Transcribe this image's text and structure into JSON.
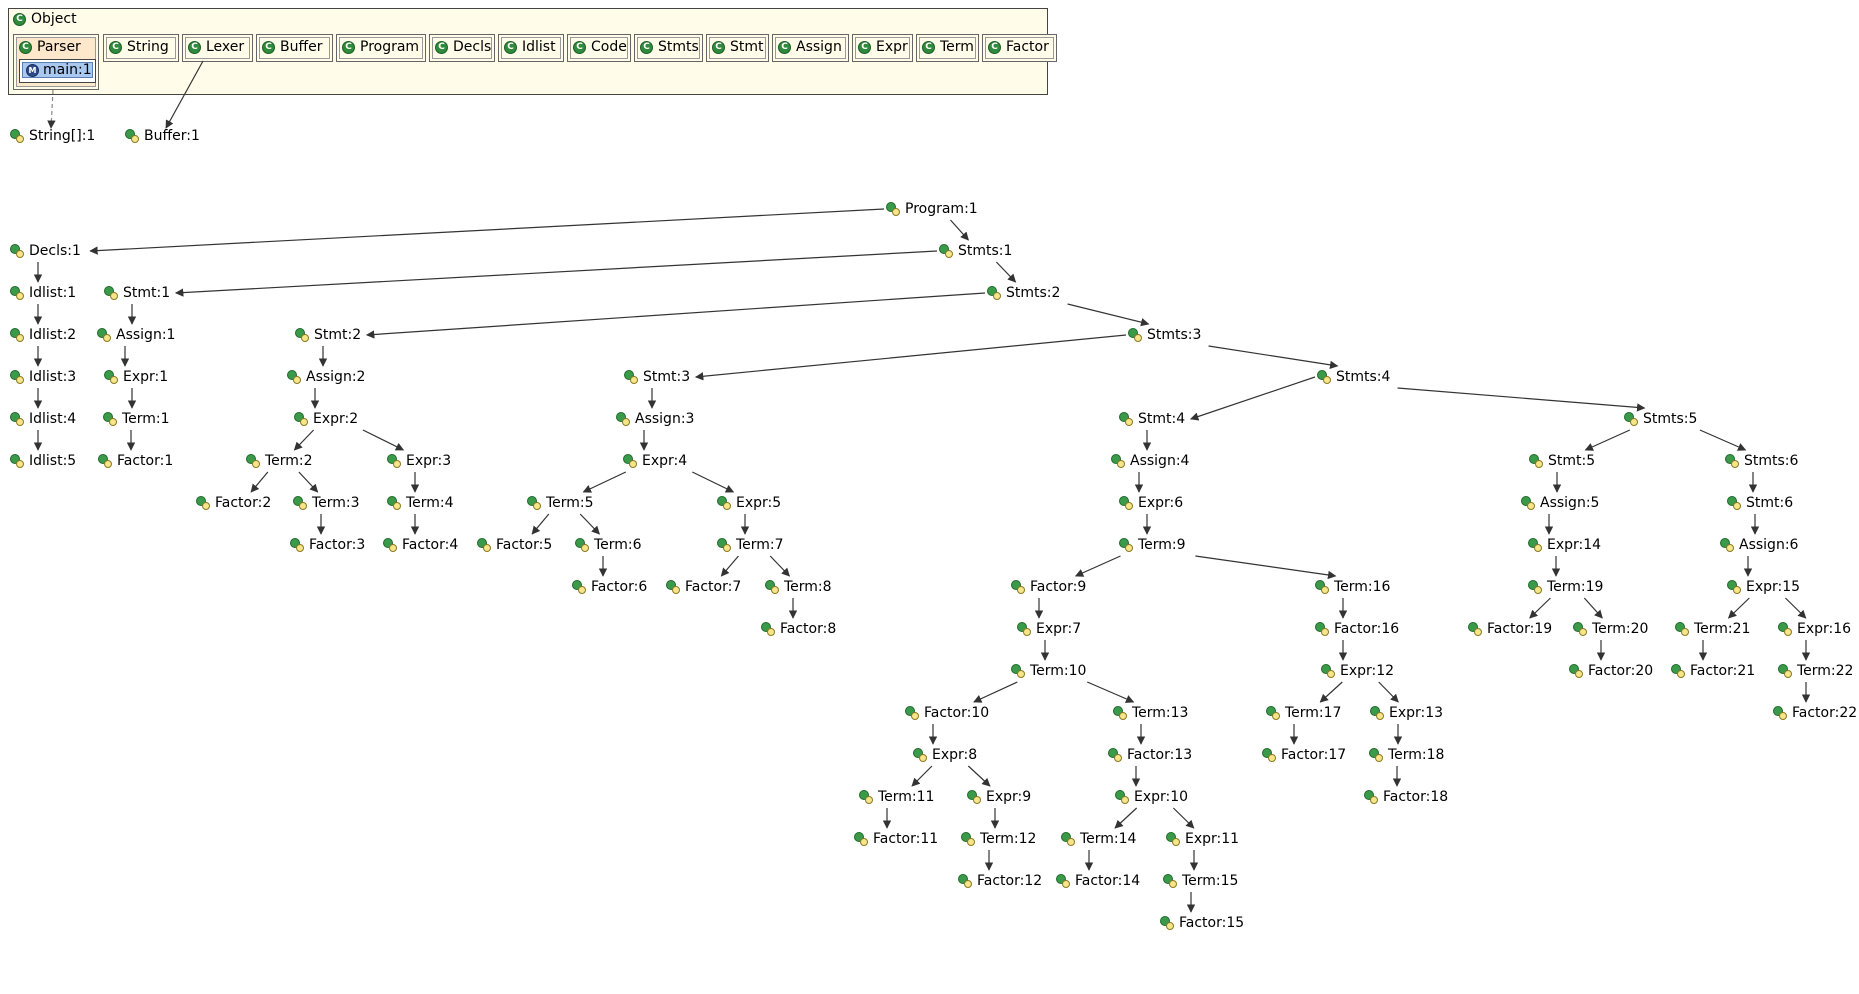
{
  "object_panel": {
    "title": "Object",
    "classes": [
      "String",
      "Lexer",
      "Buffer",
      "Program",
      "Decls",
      "Idlist",
      "Code",
      "Stmts",
      "Stmt",
      "Assign",
      "Expr",
      "Term",
      "Factor"
    ],
    "parser": {
      "label": "Parser",
      "method": "main:1",
      "method_icon": "M"
    },
    "class_icon": "C"
  },
  "instances": [
    "String[]:1",
    "Buffer:1",
    "Program:1",
    "Decls:1",
    "Stmts:1",
    "Idlist:1",
    "Idlist:2",
    "Idlist:3",
    "Idlist:4",
    "Idlist:5",
    "Stmt:1",
    "Stmts:2",
    "Assign:1",
    "Expr:1",
    "Term:1",
    "Factor:1",
    "Stmt:2",
    "Stmts:3",
    "Assign:2",
    "Expr:2",
    "Term:2",
    "Expr:3",
    "Factor:2",
    "Term:3",
    "Factor:3",
    "Term:4",
    "Factor:4",
    "Stmt:3",
    "Stmts:4",
    "Assign:3",
    "Expr:4",
    "Term:5",
    "Expr:5",
    "Factor:5",
    "Term:6",
    "Factor:6",
    "Term:7",
    "Factor:7",
    "Term:8",
    "Factor:8",
    "Stmt:4",
    "Stmts:5",
    "Assign:4",
    "Expr:6",
    "Term:9",
    "Factor:9",
    "Term:16",
    "Expr:7",
    "Term:10",
    "Factor:10",
    "Term:13",
    "Expr:8",
    "Term:11",
    "Expr:9",
    "Factor:11",
    "Term:12",
    "Factor:12",
    "Factor:13",
    "Expr:10",
    "Term:14",
    "Expr:11",
    "Factor:14",
    "Term:15",
    "Factor:15",
    "Factor:16",
    "Expr:12",
    "Term:17",
    "Expr:13",
    "Factor:17",
    "Term:18",
    "Factor:18",
    "Stmt:5",
    "Stmts:6",
    "Assign:5",
    "Expr:14",
    "Term:19",
    "Factor:19",
    "Term:20",
    "Factor:20",
    "Stmt:6",
    "Assign:6",
    "Expr:15",
    "Term:21",
    "Expr:16",
    "Factor:21",
    "Term:22",
    "Factor:22"
  ],
  "edges": [
    [
      "Program:1",
      "Decls:1"
    ],
    [
      "Program:1",
      "Stmts:1"
    ],
    [
      "Decls:1",
      "Idlist:1"
    ],
    [
      "Idlist:1",
      "Idlist:2"
    ],
    [
      "Idlist:2",
      "Idlist:3"
    ],
    [
      "Idlist:3",
      "Idlist:4"
    ],
    [
      "Idlist:4",
      "Idlist:5"
    ],
    [
      "Stmts:1",
      "Stmt:1"
    ],
    [
      "Stmts:1",
      "Stmts:2"
    ],
    [
      "Stmt:1",
      "Assign:1"
    ],
    [
      "Assign:1",
      "Expr:1"
    ],
    [
      "Expr:1",
      "Term:1"
    ],
    [
      "Term:1",
      "Factor:1"
    ],
    [
      "Stmts:2",
      "Stmt:2"
    ],
    [
      "Stmts:2",
      "Stmts:3"
    ],
    [
      "Stmt:2",
      "Assign:2"
    ],
    [
      "Assign:2",
      "Expr:2"
    ],
    [
      "Expr:2",
      "Term:2"
    ],
    [
      "Expr:2",
      "Expr:3"
    ],
    [
      "Term:2",
      "Factor:2"
    ],
    [
      "Term:2",
      "Term:3"
    ],
    [
      "Term:3",
      "Factor:3"
    ],
    [
      "Expr:3",
      "Term:4"
    ],
    [
      "Term:4",
      "Factor:4"
    ],
    [
      "Stmts:3",
      "Stmt:3"
    ],
    [
      "Stmts:3",
      "Stmts:4"
    ],
    [
      "Stmt:3",
      "Assign:3"
    ],
    [
      "Assign:3",
      "Expr:4"
    ],
    [
      "Expr:4",
      "Term:5"
    ],
    [
      "Expr:4",
      "Expr:5"
    ],
    [
      "Term:5",
      "Factor:5"
    ],
    [
      "Term:5",
      "Term:6"
    ],
    [
      "Term:6",
      "Factor:6"
    ],
    [
      "Expr:5",
      "Term:7"
    ],
    [
      "Term:7",
      "Factor:7"
    ],
    [
      "Term:7",
      "Term:8"
    ],
    [
      "Term:8",
      "Factor:8"
    ],
    [
      "Stmts:4",
      "Stmt:4"
    ],
    [
      "Stmts:4",
      "Stmts:5"
    ],
    [
      "Stmt:4",
      "Assign:4"
    ],
    [
      "Assign:4",
      "Expr:6"
    ],
    [
      "Expr:6",
      "Term:9"
    ],
    [
      "Term:9",
      "Factor:9"
    ],
    [
      "Term:9",
      "Term:16"
    ],
    [
      "Factor:9",
      "Expr:7"
    ],
    [
      "Expr:7",
      "Term:10"
    ],
    [
      "Term:10",
      "Factor:10"
    ],
    [
      "Term:10",
      "Term:13"
    ],
    [
      "Factor:10",
      "Expr:8"
    ],
    [
      "Expr:8",
      "Term:11"
    ],
    [
      "Expr:8",
      "Expr:9"
    ],
    [
      "Term:11",
      "Factor:11"
    ],
    [
      "Expr:9",
      "Term:12"
    ],
    [
      "Term:12",
      "Factor:12"
    ],
    [
      "Term:13",
      "Factor:13"
    ],
    [
      "Factor:13",
      "Expr:10"
    ],
    [
      "Expr:10",
      "Term:14"
    ],
    [
      "Expr:10",
      "Expr:11"
    ],
    [
      "Term:14",
      "Factor:14"
    ],
    [
      "Expr:11",
      "Term:15"
    ],
    [
      "Term:15",
      "Factor:15"
    ],
    [
      "Term:16",
      "Factor:16"
    ],
    [
      "Factor:16",
      "Expr:12"
    ],
    [
      "Expr:12",
      "Term:17"
    ],
    [
      "Expr:12",
      "Expr:13"
    ],
    [
      "Term:17",
      "Factor:17"
    ],
    [
      "Expr:13",
      "Term:18"
    ],
    [
      "Term:18",
      "Factor:18"
    ],
    [
      "Stmts:5",
      "Stmt:5"
    ],
    [
      "Stmts:5",
      "Stmts:6"
    ],
    [
      "Stmt:5",
      "Assign:5"
    ],
    [
      "Assign:5",
      "Expr:14"
    ],
    [
      "Expr:14",
      "Term:19"
    ],
    [
      "Term:19",
      "Factor:19"
    ],
    [
      "Term:19",
      "Term:20"
    ],
    [
      "Term:20",
      "Factor:20"
    ],
    [
      "Stmts:6",
      "Stmt:6"
    ],
    [
      "Stmt:6",
      "Assign:6"
    ],
    [
      "Assign:6",
      "Expr:15"
    ],
    [
      "Expr:15",
      "Term:21"
    ],
    [
      "Expr:15",
      "Expr:16"
    ],
    [
      "Term:21",
      "Factor:21"
    ],
    [
      "Expr:16",
      "Term:22"
    ],
    [
      "Term:22",
      "Factor:22"
    ]
  ],
  "class_edges": [
    {
      "from": "main:1",
      "to": "String[]:1",
      "style": "dashed"
    },
    {
      "from": "Lexer",
      "to": "Buffer:1",
      "style": "solid"
    }
  ]
}
